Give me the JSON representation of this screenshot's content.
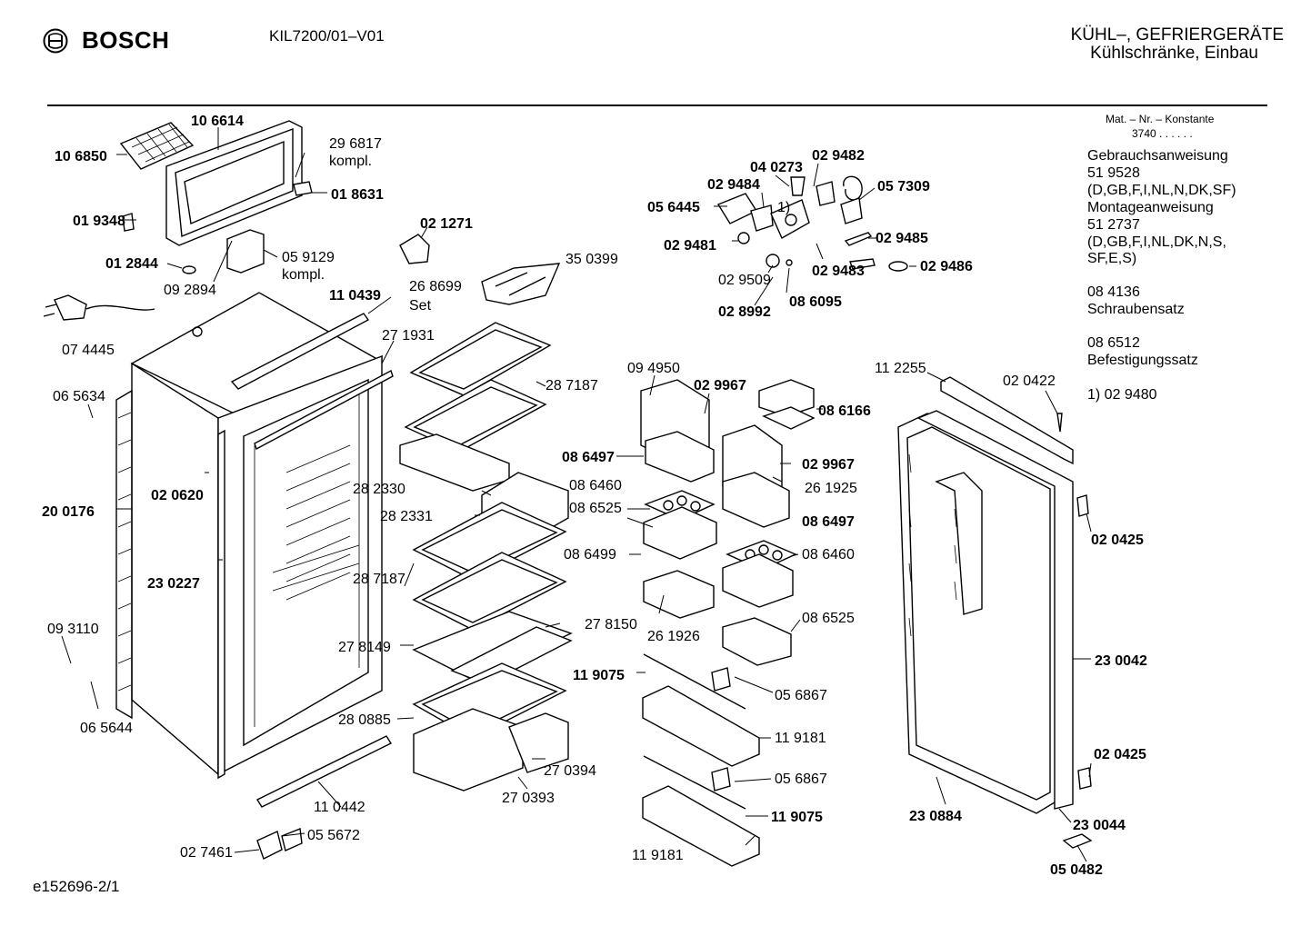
{
  "header": {
    "brand": "BOSCH",
    "model": "KIL7200/01–V01",
    "category_line1": "KÜHL–, GEFRIERGERÄTE",
    "category_line2": "Kühlschränke, Einbau"
  },
  "sidebar": {
    "mat_title": "Mat. – Nr. – Konstante",
    "mat_value": "3740 . . . . . .",
    "gebrauch_title": "Gebrauchsanweisung",
    "gebrauch_number": "51 9528",
    "gebrauch_langs": "(D,GB,F,I,NL,N,DK,SF)",
    "montage_title": "Montageanweisung",
    "montage_number": "51 2737",
    "montage_langs_1": "(D,GB,F,I,NL,DK,N,S,",
    "montage_langs_2": "SF,E,S)",
    "schrauben_number": "08 4136",
    "schrauben_title": "Schraubensatz",
    "befestigung_number": "08 6512",
    "befestigung_title": "Befestigungssatz",
    "footnote": "1)  02 9480"
  },
  "footer": {
    "drawing_id": "e152696-2/1"
  },
  "icons": [
    "bosch-logo-icon"
  ],
  "parts": [
    {
      "id": "p1",
      "text": "10 6614",
      "bold": true
    },
    {
      "id": "p2",
      "text": "10 6850",
      "bold": true
    },
    {
      "id": "p3",
      "text": "29 6817",
      "bold": false
    },
    {
      "id": "p4",
      "text": "kompl.",
      "bold": false
    },
    {
      "id": "p5",
      "text": "01 8631",
      "bold": true
    },
    {
      "id": "p6",
      "text": "01 9348",
      "bold": true
    },
    {
      "id": "p7",
      "text": "05 9129",
      "bold": false
    },
    {
      "id": "p8",
      "text": "kompl.",
      "bold": false
    },
    {
      "id": "p9",
      "text": "01 2844",
      "bold": true
    },
    {
      "id": "p10",
      "text": "09 2894",
      "bold": false
    },
    {
      "id": "p11",
      "text": "07 4445",
      "bold": false
    },
    {
      "id": "p12",
      "text": "11 0439",
      "bold": true
    },
    {
      "id": "p13",
      "text": "02 1271",
      "bold": true
    },
    {
      "id": "p14",
      "text": "26 8699",
      "bold": false
    },
    {
      "id": "p15",
      "text": "Set",
      "bold": false
    },
    {
      "id": "p16",
      "text": "35 0399",
      "bold": false
    },
    {
      "id": "p17",
      "text": "27 1931",
      "bold": false
    },
    {
      "id": "p18",
      "text": "06 5634",
      "bold": false
    },
    {
      "id": "p19",
      "text": "02 0620",
      "bold": true
    },
    {
      "id": "p20",
      "text": "20 0176",
      "bold": true
    },
    {
      "id": "p21",
      "text": "23 0227",
      "bold": true
    },
    {
      "id": "p22",
      "text": "09 3110",
      "bold": false
    },
    {
      "id": "p23",
      "text": "06 5644",
      "bold": false
    },
    {
      "id": "p24",
      "text": "11 0442",
      "bold": false
    },
    {
      "id": "p25",
      "text": "02 7461",
      "bold": false
    },
    {
      "id": "p26",
      "text": "05 5672",
      "bold": false
    },
    {
      "id": "p27",
      "text": "28 7187",
      "bold": false
    },
    {
      "id": "p28",
      "text": "28 2330",
      "bold": false
    },
    {
      "id": "p29",
      "text": "28 2331",
      "bold": false
    },
    {
      "id": "p30",
      "text": "28 7187",
      "bold": false
    },
    {
      "id": "p31",
      "text": "27 8150",
      "bold": false
    },
    {
      "id": "p32",
      "text": "27 8149",
      "bold": false
    },
    {
      "id": "p33",
      "text": "28 0885",
      "bold": false
    },
    {
      "id": "p34",
      "text": "27 0394",
      "bold": false
    },
    {
      "id": "p35",
      "text": "27 0393",
      "bold": false
    },
    {
      "id": "p36",
      "text": "04 0273",
      "bold": true
    },
    {
      "id": "p37",
      "text": "02 9482",
      "bold": true
    },
    {
      "id": "p38",
      "text": "02 9484",
      "bold": true
    },
    {
      "id": "p39",
      "text": "05 7309",
      "bold": true
    },
    {
      "id": "p40",
      "text": "05 6445",
      "bold": true
    },
    {
      "id": "p41",
      "text": "1)",
      "bold": false
    },
    {
      "id": "p42",
      "text": "02 9485",
      "bold": true
    },
    {
      "id": "p43",
      "text": "02 9481",
      "bold": true
    },
    {
      "id": "p44",
      "text": "02 9483",
      "bold": true
    },
    {
      "id": "p45",
      "text": "02 9486",
      "bold": true
    },
    {
      "id": "p46",
      "text": "02 9509",
      "bold": false
    },
    {
      "id": "p47",
      "text": "08 6095",
      "bold": true
    },
    {
      "id": "p48",
      "text": "02 8992",
      "bold": true
    },
    {
      "id": "p49",
      "text": "09 4950",
      "bold": false
    },
    {
      "id": "p50",
      "text": "02 9967",
      "bold": true
    },
    {
      "id": "p51",
      "text": "08 6166",
      "bold": true
    },
    {
      "id": "p52",
      "text": "08 6497",
      "bold": true
    },
    {
      "id": "p53",
      "text": "02 9967",
      "bold": true
    },
    {
      "id": "p54",
      "text": "08 6460",
      "bold": false
    },
    {
      "id": "p55",
      "text": "26 1925",
      "bold": false
    },
    {
      "id": "p56",
      "text": "08 6525",
      "bold": false
    },
    {
      "id": "p57",
      "text": "08 6497",
      "bold": true
    },
    {
      "id": "p58",
      "text": "08 6499",
      "bold": false
    },
    {
      "id": "p59",
      "text": "08 6460",
      "bold": false
    },
    {
      "id": "p60",
      "text": "08 6525",
      "bold": false
    },
    {
      "id": "p61",
      "text": "26 1926",
      "bold": false
    },
    {
      "id": "p62",
      "text": "11 9075",
      "bold": true
    },
    {
      "id": "p63",
      "text": "05 6867",
      "bold": false
    },
    {
      "id": "p64",
      "text": "11 9181",
      "bold": false
    },
    {
      "id": "p65",
      "text": "05 6867",
      "bold": false
    },
    {
      "id": "p66",
      "text": "11 9075",
      "bold": true
    },
    {
      "id": "p67",
      "text": "11 9181",
      "bold": false
    },
    {
      "id": "p68",
      "text": "11 2255",
      "bold": false
    },
    {
      "id": "p69",
      "text": "02 0422",
      "bold": false
    },
    {
      "id": "p70",
      "text": "02 0425",
      "bold": true
    },
    {
      "id": "p71",
      "text": "23 0042",
      "bold": true
    },
    {
      "id": "p72",
      "text": "02 0425",
      "bold": true
    },
    {
      "id": "p73",
      "text": "23 0884",
      "bold": true
    },
    {
      "id": "p74",
      "text": "23 0044",
      "bold": true
    },
    {
      "id": "p75",
      "text": "05 0482",
      "bold": true
    }
  ]
}
